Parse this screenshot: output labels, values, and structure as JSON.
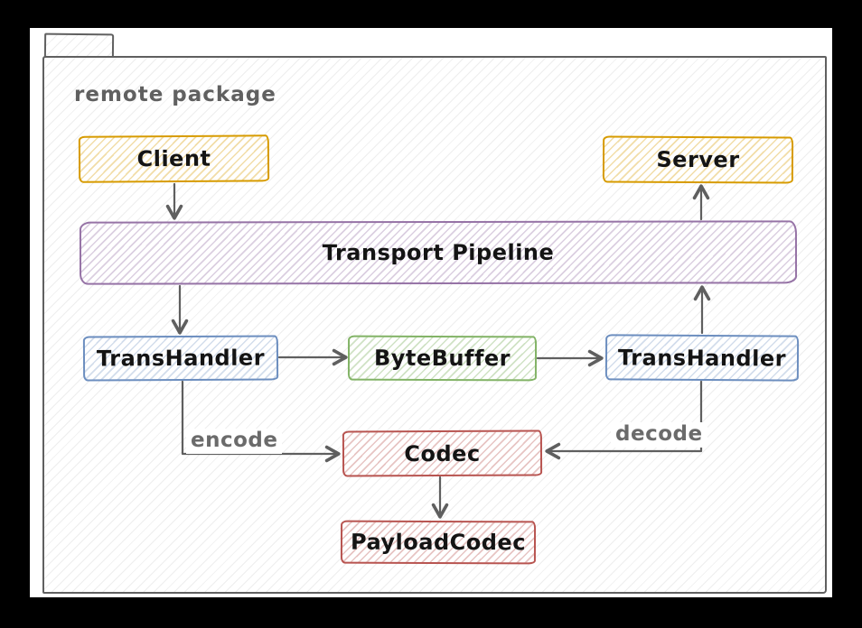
{
  "package": {
    "label": "remote package"
  },
  "nodes": [
    {
      "id": "client",
      "label": "Client",
      "stroke": "#d79b00",
      "fill": "#ffe6cc"
    },
    {
      "id": "server",
      "label": "Server",
      "stroke": "#d79b00",
      "fill": "#ffe6cc"
    },
    {
      "id": "transport-pipeline",
      "label": "Transport Pipeline",
      "stroke": "#9673a6",
      "fill": "#e1d5e7"
    },
    {
      "id": "transhandler-left",
      "label": "TransHandler",
      "stroke": "#6c8ebf",
      "fill": "#dae8fc"
    },
    {
      "id": "bytebuffer",
      "label": "ByteBuffer",
      "stroke": "#82b366",
      "fill": "#d5e8d4"
    },
    {
      "id": "transhandler-right",
      "label": "TransHandler",
      "stroke": "#6c8ebf",
      "fill": "#dae8fc"
    },
    {
      "id": "codec",
      "label": "Codec",
      "stroke": "#b85450",
      "fill": "#f8cecc"
    },
    {
      "id": "payload-codec",
      "label": "PayloadCodec",
      "stroke": "#b85450",
      "fill": "#f8cecc"
    }
  ],
  "edges": {
    "encode": {
      "label": "encode"
    },
    "decode": {
      "label": "decode"
    }
  },
  "connections": [
    {
      "from": "Client",
      "to": "Transport Pipeline",
      "label": ""
    },
    {
      "from": "Transport Pipeline",
      "to": "TransHandler (left)",
      "label": ""
    },
    {
      "from": "TransHandler (left)",
      "to": "ByteBuffer",
      "label": ""
    },
    {
      "from": "ByteBuffer",
      "to": "TransHandler (right)",
      "label": ""
    },
    {
      "from": "TransHandler (right)",
      "to": "Transport Pipeline",
      "label": ""
    },
    {
      "from": "Transport Pipeline",
      "to": "Server",
      "label": ""
    },
    {
      "from": "TransHandler (left)",
      "to": "Codec",
      "label": "encode"
    },
    {
      "from": "TransHandler (right)",
      "to": "Codec",
      "label": "decode"
    },
    {
      "from": "Codec",
      "to": "PayloadCodec",
      "label": ""
    }
  ],
  "colors": {
    "edge": "#5f5f5f",
    "package_stroke": "#606060",
    "package_label": "#606060",
    "node_text": "#141414",
    "canvas": "#ffffff",
    "frame": "#000000"
  }
}
